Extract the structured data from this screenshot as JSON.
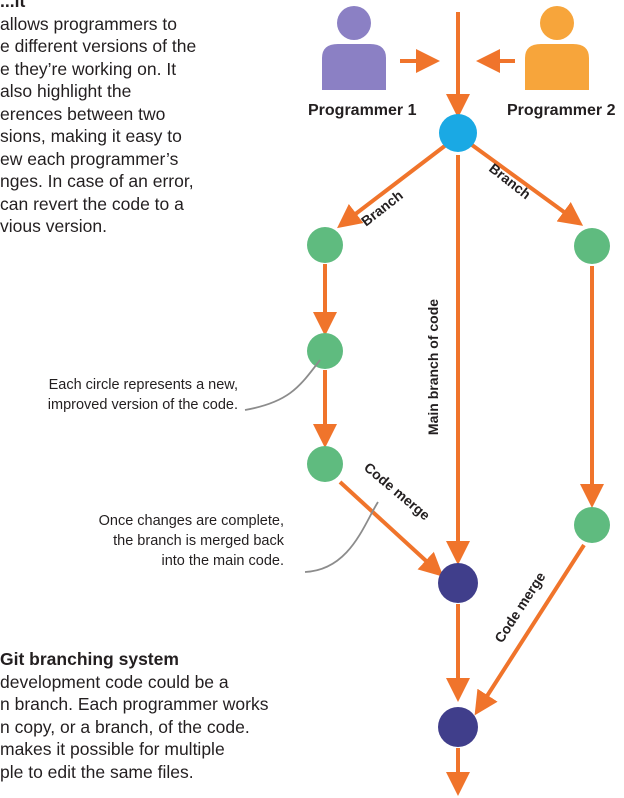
{
  "intro": {
    "heading": "...it",
    "lines": [
      "allows programmers to",
      "e different versions of the",
      "e they’re working on. It",
      "also highlight the",
      "erences between two",
      "sions, making it easy to",
      "ew each programmer’s",
      "nges. In case of an error,",
      "can revert the code to a",
      "vious version."
    ]
  },
  "diagram": {
    "programmer1_label": "Programmer 1",
    "programmer2_label": "Programmer 2",
    "branch_left_label": "Branch",
    "branch_right_label": "Branch",
    "main_branch_label": "Main branch of code",
    "code_merge_left_label": "Code merge",
    "code_merge_right_label": "Code merge",
    "colors": {
      "arrow": "#f0742b",
      "programmer1": "#8b80c4",
      "programmer2": "#f7a53b",
      "start_node": "#1aa9e4",
      "version_node": "#5fbb7f",
      "merge_node": "#403e8b",
      "callout_line": "#8c8c8c"
    }
  },
  "notes": {
    "circle_note": [
      "Each circle represents a new,",
      "improved version of the code."
    ],
    "merge_note": [
      "Once changes are complete,",
      "the branch is merged back",
      "into the main code."
    ]
  },
  "git": {
    "heading": "Git branching system",
    "lines": [
      "development code could be a",
      "n branch. Each programmer works",
      "n copy, or a branch, of the code.",
      "makes it possible for multiple",
      "ple to edit the same files."
    ]
  }
}
